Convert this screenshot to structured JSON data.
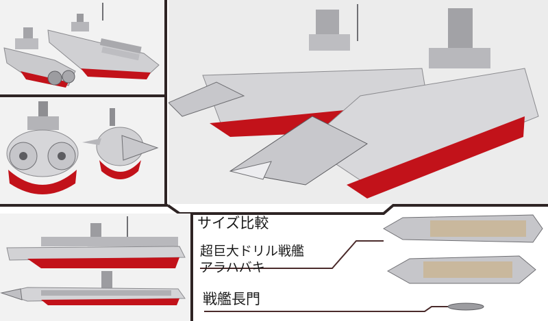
{
  "labels": {
    "size_comparison": "サイズ比較",
    "drill_ship_line1": "超巨大ドリル戦艦",
    "drill_ship_line2": "アラハバキ",
    "battleship_nagato": "戦艦長門"
  },
  "colors": {
    "frame": "#2e2424",
    "panel_background": "#f2f2f2",
    "hull_red": "#c2121a",
    "hull_silver": "#d4d4d6",
    "leader_line": "#4a2a2a",
    "deck_tan": "#c9b89d"
  }
}
